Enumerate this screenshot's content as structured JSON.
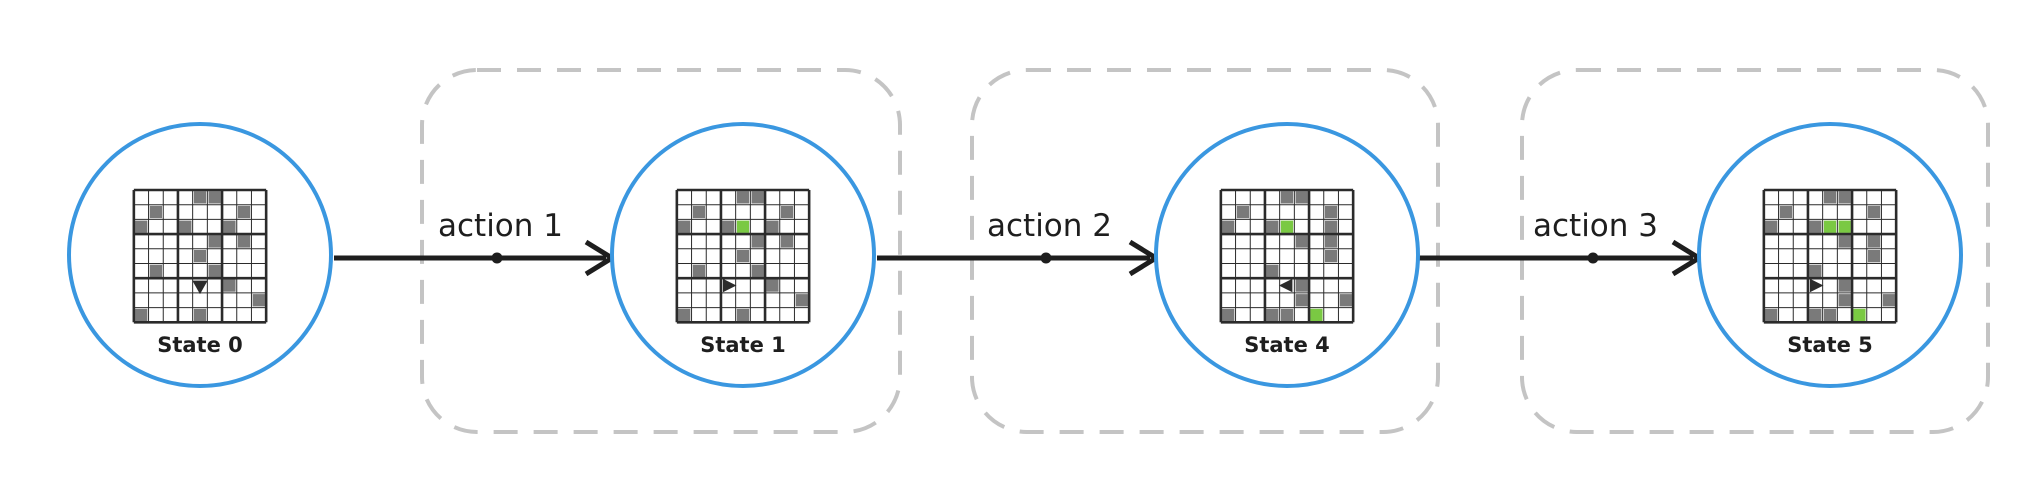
{
  "colors": {
    "node_border": "#3a97e0",
    "frame_border": "#c4c4c4",
    "edge": "#1e1e1e",
    "grid_line": "#2b2b2b",
    "wall_cell": "#7a7a7a",
    "goal_cell": "#7ac943",
    "agent": "#2b2b2b"
  },
  "icons": {
    "agent": "triangle-agent-icon"
  },
  "states": [
    {
      "label": "State 0",
      "agent": {
        "row": 6,
        "col": 4,
        "dir": "down"
      },
      "walls": [
        [
          0,
          4
        ],
        [
          0,
          5
        ],
        [
          1,
          1
        ],
        [
          1,
          7
        ],
        [
          2,
          0
        ],
        [
          2,
          3
        ],
        [
          2,
          6
        ],
        [
          3,
          5
        ],
        [
          3,
          7
        ],
        [
          4,
          4
        ],
        [
          5,
          1
        ],
        [
          5,
          5
        ],
        [
          6,
          6
        ],
        [
          7,
          8
        ],
        [
          8,
          0
        ],
        [
          8,
          4
        ]
      ],
      "goals": []
    },
    {
      "label": "State 1",
      "agent": {
        "row": 6,
        "col": 3,
        "dir": "right"
      },
      "walls": [
        [
          0,
          4
        ],
        [
          0,
          5
        ],
        [
          1,
          1
        ],
        [
          1,
          7
        ],
        [
          2,
          0
        ],
        [
          2,
          3
        ],
        [
          2,
          6
        ],
        [
          3,
          5
        ],
        [
          3,
          7
        ],
        [
          4,
          4
        ],
        [
          5,
          1
        ],
        [
          5,
          5
        ],
        [
          6,
          6
        ],
        [
          7,
          8
        ],
        [
          8,
          0
        ],
        [
          8,
          4
        ]
      ],
      "goals": [
        [
          2,
          4
        ]
      ]
    },
    {
      "label": "State 4",
      "agent": {
        "row": 6,
        "col": 4,
        "dir": "left"
      },
      "walls": [
        [
          0,
          4
        ],
        [
          0,
          5
        ],
        [
          1,
          1
        ],
        [
          1,
          7
        ],
        [
          2,
          0
        ],
        [
          2,
          3
        ],
        [
          2,
          7
        ],
        [
          3,
          5
        ],
        [
          3,
          7
        ],
        [
          4,
          7
        ],
        [
          5,
          3
        ],
        [
          6,
          5
        ],
        [
          7,
          5
        ],
        [
          7,
          8
        ],
        [
          8,
          0
        ],
        [
          8,
          3
        ],
        [
          8,
          4
        ]
      ],
      "goals": [
        [
          2,
          4
        ],
        [
          8,
          6
        ]
      ]
    },
    {
      "label": "State 5",
      "agent": {
        "row": 6,
        "col": 3,
        "dir": "right"
      },
      "walls": [
        [
          0,
          4
        ],
        [
          0,
          5
        ],
        [
          1,
          1
        ],
        [
          1,
          7
        ],
        [
          2,
          0
        ],
        [
          2,
          3
        ],
        [
          3,
          5
        ],
        [
          3,
          7
        ],
        [
          4,
          7
        ],
        [
          5,
          3
        ],
        [
          6,
          5
        ],
        [
          7,
          5
        ],
        [
          7,
          8
        ],
        [
          8,
          0
        ],
        [
          8,
          3
        ],
        [
          8,
          4
        ]
      ],
      "goals": [
        [
          2,
          4
        ],
        [
          2,
          5
        ],
        [
          8,
          6
        ]
      ]
    }
  ],
  "actions": [
    "action 1",
    "action 2",
    "action 3"
  ]
}
